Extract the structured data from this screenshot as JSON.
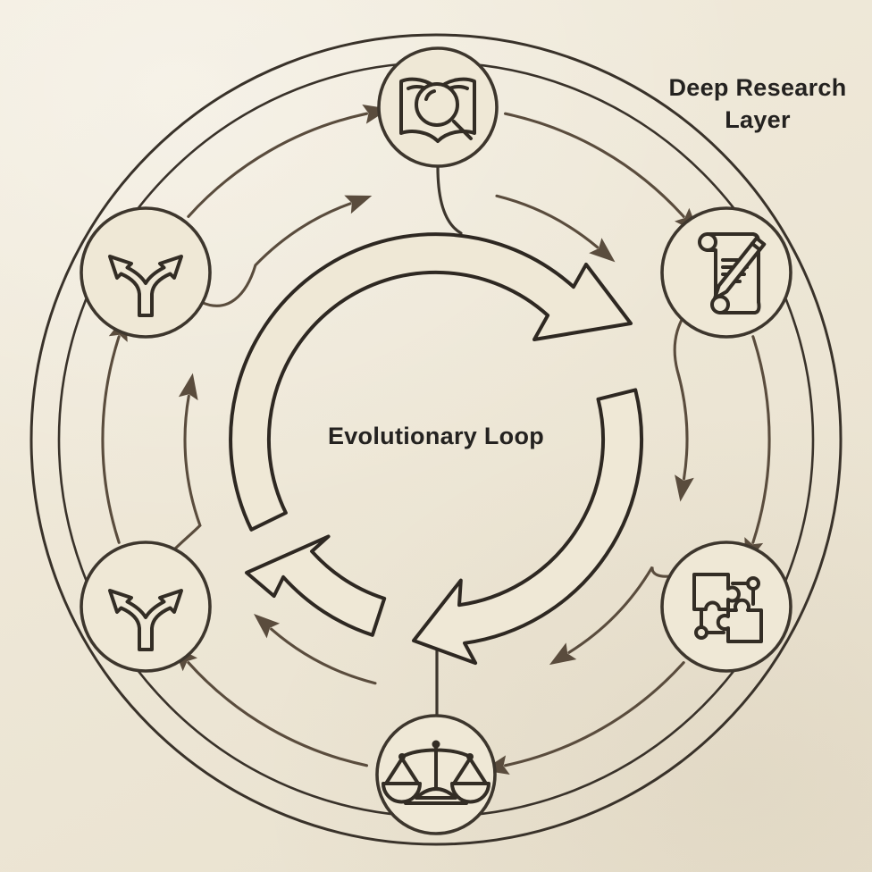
{
  "labels": {
    "layer_line1": "Deep Research",
    "layer_line2": "Layer",
    "center_loop": "Evolutionary Loop"
  },
  "colors": {
    "background": "#efe8d6",
    "ink": "#39322a",
    "arrow": "#5a4c3d",
    "text": "#242220"
  },
  "diagram": {
    "flow_direction": "clockwise",
    "outer_rings": 2,
    "nodes": [
      {
        "position": "top",
        "icon": "open-book-magnifier-icon"
      },
      {
        "position": "upper-right",
        "icon": "scroll-pencil-icon"
      },
      {
        "position": "lower-right",
        "icon": "puzzle-pieces-icon"
      },
      {
        "position": "bottom",
        "icon": "balance-scales-icon"
      },
      {
        "position": "lower-left",
        "icon": "fork-arrows-icon"
      },
      {
        "position": "upper-left",
        "icon": "fork-arrows-icon"
      }
    ]
  }
}
